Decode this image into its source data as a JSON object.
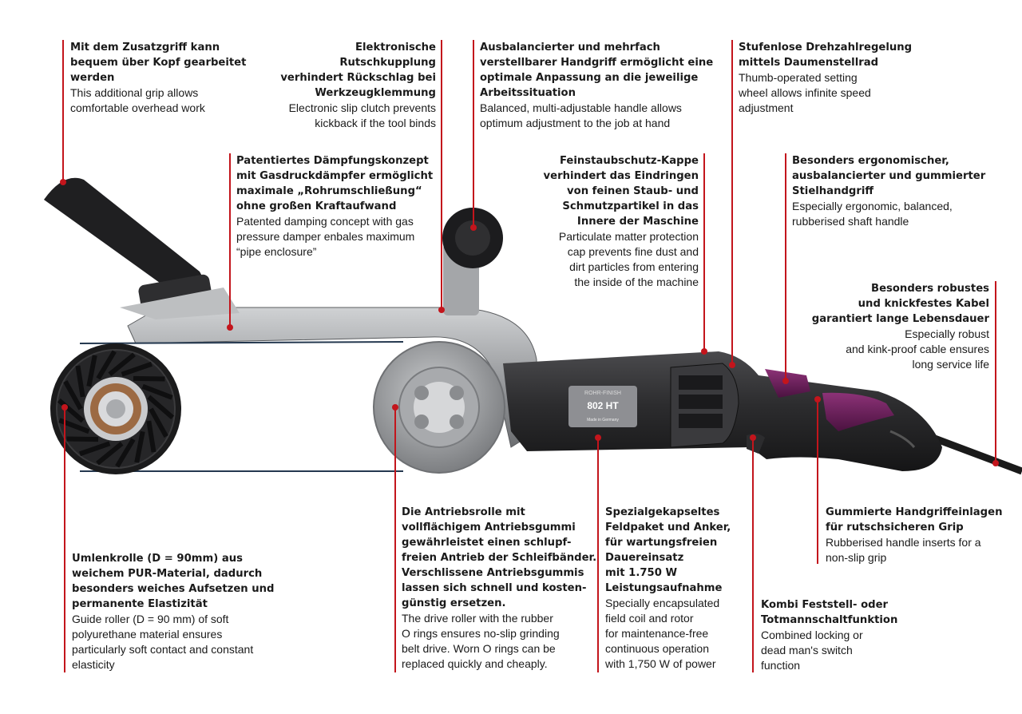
{
  "colors": {
    "accent_line": "#c3151c",
    "body_dark": "#2a2a2c",
    "arm_silver": "#9b9da0",
    "purple_grip": "#6e1f5a"
  },
  "machine": {
    "label_model": "802 HT",
    "label_small": "Made in Germany",
    "label_brand": "ROHR-FINISH"
  },
  "annotations": {
    "zusatzgriff": {
      "de": "Mit dem Zusatzgriff kann\nbequem über Kopf gearbeitet\nwerden",
      "en": "This additional grip allows\ncomfortable overhead work"
    },
    "rutschkupplung": {
      "de": "Elektronische Rutschkupplung\nverhindert Rückschlag bei\nWerkzeugklemmung",
      "en": "Electronic slip clutch prevents\nkickback if the tool binds"
    },
    "handgriff": {
      "de": "Ausbalancierter und mehrfach\nverstellbarer Handgriff ermöglicht eine\noptimale Anpassung an die jeweilige\nArbeitssituation",
      "en": "Balanced, multi-adjustable handle allows\noptimum adjustment to the job at hand"
    },
    "drehzahl": {
      "de": "Stufenlose Drehzahlregelung\nmittels Daumenstellrad",
      "en": "Thumb-operated setting\nwheel allows infinite speed\nadjustment"
    },
    "daempfung": {
      "de": "Patentiertes Dämpfungskonzept\nmit Gasdruckdämpfer ermöglicht\nmaximale „Rohrumschließung“\nohne großen Kraftaufwand",
      "en": "Patented damping concept with gas\npressure damper enbales maximum\n“pipe enclosure”"
    },
    "feinstaub": {
      "de": "Feinstaubschutz-Kappe\nverhindert das Eindringen\nvon feinen Staub- und\nSchmutzpartikel in das\nInnere der Maschine",
      "en": "Particulate matter protection\ncap prevents fine dust and\ndirt particles from entering\nthe inside of the machine"
    },
    "stielhandgriff": {
      "de": "Besonders ergonomischer,\nausbalancierter und gummierter\nStielhandgriff",
      "en": "Especially ergonomic, balanced,\nrubberised shaft handle"
    },
    "kabel": {
      "de": "Besonders robustes\nund knickfestes Kabel\ngarantiert lange Lebensdauer",
      "en": "Especially robust\nand kink-proof cable ensures\nlong service life"
    },
    "umlenkrolle": {
      "de": "Umlenkrolle (D = 90mm) aus\nweichem PUR-Material, dadurch\nbesonders weiches Aufsetzen und\npermanente Elastizität",
      "en": "Guide roller (D = 90 mm) of soft\npolyurethane material ensures\nparticularly soft contact and constant\nelasticity"
    },
    "antriebsrolle": {
      "de": "Die Antriebsrolle mit\nvollflächigem Antriebsgummi\ngewährleistet einen schlupf-\nfreien Antrieb der Schleifbänder.\nVerschlissene Antriebsgummis\nlassen sich schnell und kosten-\ngünstig ersetzen.",
      "en": "The drive roller with the rubber\nO rings ensures no-slip grinding\nbelt drive. Worn O rings can be\nreplaced quickly and cheaply."
    },
    "feldpaket": {
      "de": "Spezialgekapseltes\nFeldpaket und Anker,\nfür wartungsfreien\nDauereinsatz\nmit 1.750 W\nLeistungsaufnahme",
      "en": "Specially encapsulated\nfield coil and rotor\nfor maintenance-free\ncontinuous operation\nwith 1,750 W of power"
    },
    "gummiert": {
      "de": "Gummierte Handgriffeinlagen\nfür rutschsicheren Grip",
      "en": "Rubberised handle inserts for a\nnon-slip grip"
    },
    "kombi": {
      "de": "Kombi Feststell- oder\nTotmannschaltfunktion",
      "en": "Combined locking or\ndead man's switch\nfunction"
    }
  }
}
